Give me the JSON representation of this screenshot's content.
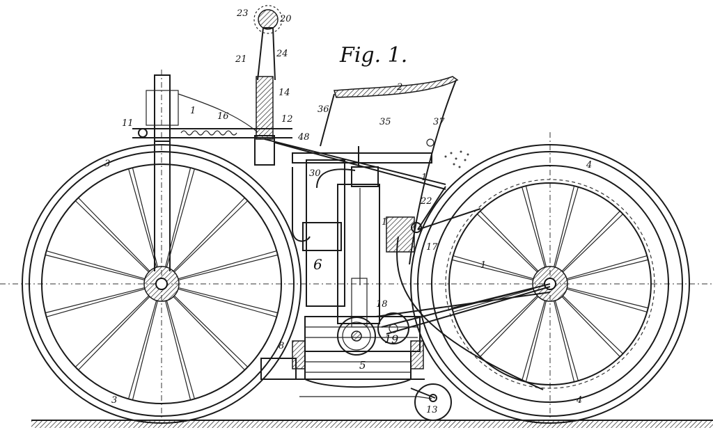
{
  "figure": {
    "title": "Fig. 1.",
    "labels": [
      "23",
      "20",
      "21",
      "24",
      "14",
      "12",
      "11",
      "16",
      "1",
      "2",
      "36",
      "35",
      "37",
      "48",
      "30",
      "3",
      "3",
      "4",
      "4",
      "22",
      "1",
      "1",
      "17",
      "1",
      "6",
      "18",
      "19",
      "5",
      "8",
      "13"
    ]
  }
}
